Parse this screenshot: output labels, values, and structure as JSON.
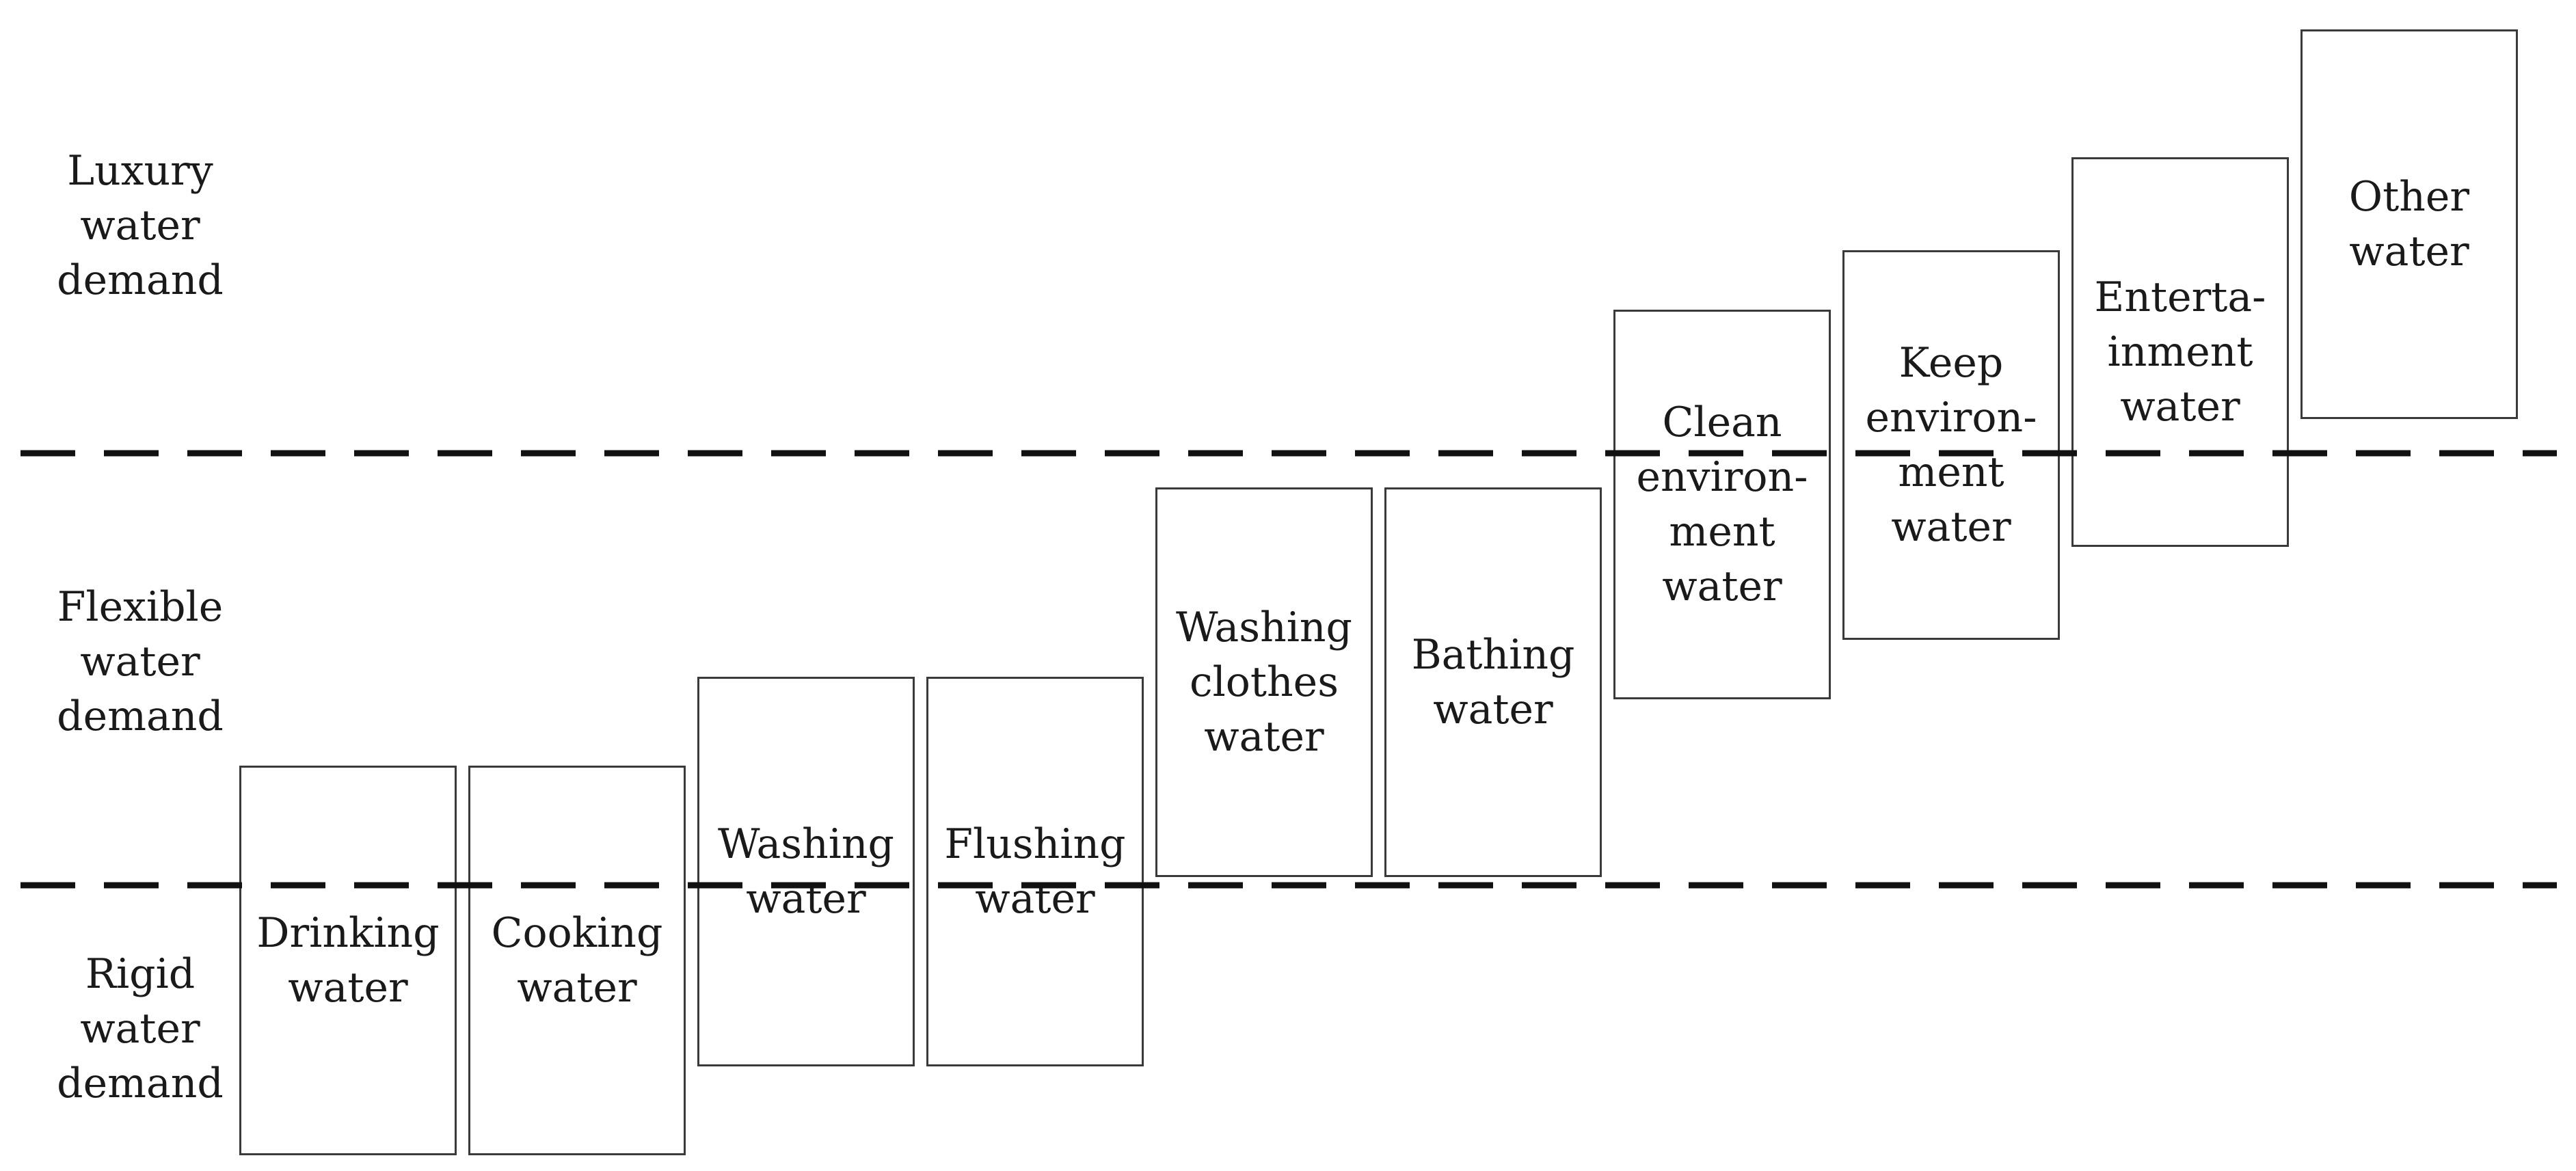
{
  "tiers": [
    {
      "id": "luxury",
      "lines": [
        "Luxury",
        "water",
        "demand"
      ]
    },
    {
      "id": "flexible",
      "lines": [
        "Flexible",
        "water",
        "demand"
      ]
    },
    {
      "id": "rigid",
      "lines": [
        "Rigid",
        "water",
        "demand"
      ]
    }
  ],
  "boxes": [
    {
      "id": "drinking",
      "lines": [
        "Drinking",
        "water"
      ]
    },
    {
      "id": "cooking",
      "lines": [
        "Cooking",
        "water"
      ]
    },
    {
      "id": "washing",
      "lines": [
        "Washing",
        "water"
      ]
    },
    {
      "id": "flushing",
      "lines": [
        "Flushing",
        "water"
      ]
    },
    {
      "id": "washing-clothes",
      "lines": [
        "Washing",
        "clothes",
        "water"
      ]
    },
    {
      "id": "bathing",
      "lines": [
        "Bathing",
        "water"
      ]
    },
    {
      "id": "clean-environment",
      "lines": [
        "Clean",
        "environ-",
        "ment",
        "water"
      ]
    },
    {
      "id": "keep-environment",
      "lines": [
        "Keep",
        "environ-",
        "ment",
        "water"
      ]
    },
    {
      "id": "entertainment",
      "lines": [
        "Enterta-",
        "inment",
        "water"
      ]
    },
    {
      "id": "other",
      "lines": [
        "Other",
        "water"
      ]
    }
  ],
  "colors": {
    "box_border": "#3a3a3a",
    "dash_line": "#111111",
    "text": "#1a1a1a"
  }
}
